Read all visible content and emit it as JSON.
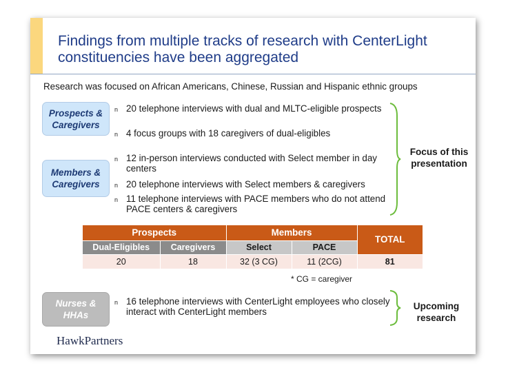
{
  "title": "Findings from multiple tracks of research with CenterLight constituencies have been aggregated",
  "subtitle": "Research was focused on African Americans, Chinese, Russian and Hispanic ethnic groups",
  "bullet_marker": "n",
  "groups": [
    {
      "label_line1": "Prospects &",
      "label_line2": "Caregivers",
      "bullets": [
        "20 telephone interviews with dual and MLTC-eligible prospects",
        "4 focus groups with 18 caregivers of dual-eligibles"
      ]
    },
    {
      "label_line1": "Members &",
      "label_line2": "Caregivers",
      "bullets": [
        "12 in-person interviews conducted with Select member in day centers",
        "20 telephone interviews with Select members & caregivers",
        "11 telephone interviews with PACE members who do not attend PACE centers & caregivers"
      ]
    },
    {
      "label_line1": "Nurses &",
      "label_line2": "HHAs",
      "bullets": [
        "16 telephone interviews with CenterLight employees who closely interact with CenterLight members"
      ]
    }
  ],
  "focus_note": {
    "line1": "Focus of this",
    "line2": "presentation"
  },
  "upcoming_note": {
    "line1": "Upcoming",
    "line2": "research"
  },
  "table": {
    "group_headers": [
      "Prospects",
      "Members"
    ],
    "total_header": "TOTAL",
    "sub_headers": [
      "Dual-Eligibles",
      "Caregivers",
      "Select",
      "PACE"
    ],
    "values": [
      "20",
      "18",
      "32 (3 CG)",
      "11 (2CG)"
    ],
    "total_value": "81"
  },
  "footnote": "* CG = caregiver",
  "logo_text": "HawkPartners",
  "colors": {
    "title": "#1f3c88",
    "accent_bar": "#fbd77e",
    "header_orange": "#c95a17",
    "sub_dark": "#8b8b8b",
    "sub_light": "#c7c7c7",
    "value_row": "#f9e7e2",
    "pill_blue": "#cfe6fa",
    "pill_gray": "#bcbcbc",
    "brace_green": "#6cbc3c"
  }
}
